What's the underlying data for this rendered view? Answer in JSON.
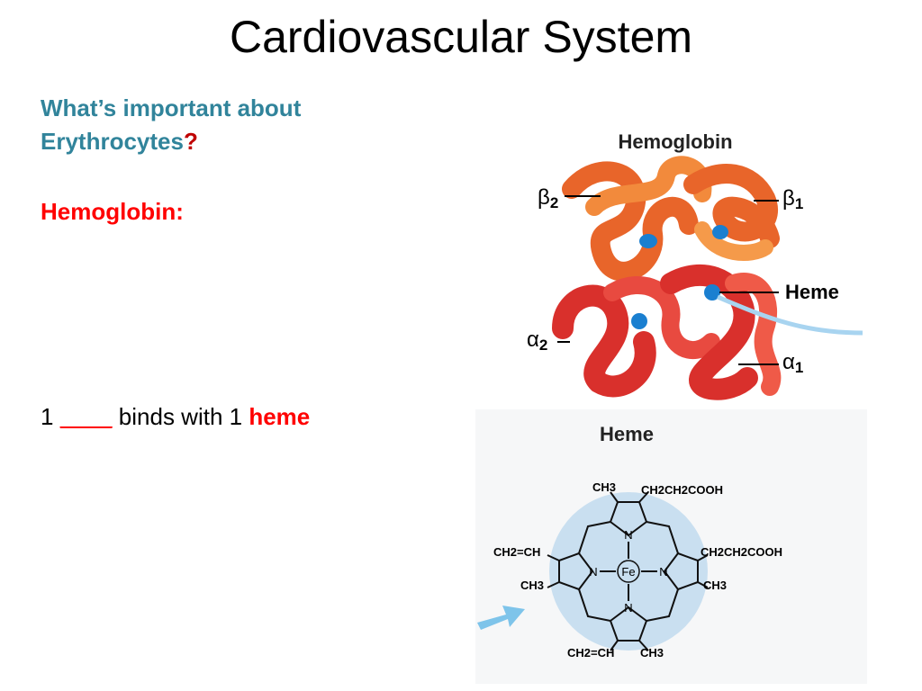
{
  "slide": {
    "title": "Cardiovascular System",
    "subheading_line1": "What’s important about",
    "subheading_line2": "Erythrocytes",
    "subheading_qmark": "?",
    "hemoglobin_label": "Hemoglobin:",
    "binds_prefix": "1",
    "binds_blank": "____",
    "binds_middle": "binds with 1",
    "binds_heme": "heme"
  },
  "hemoglobin_figure": {
    "title": "Hemoglobin",
    "beta2": "β",
    "beta2_sub": "2",
    "beta1": "β",
    "beta1_sub": "1",
    "heme": "Heme",
    "alpha2": "α",
    "alpha2_sub": "2",
    "alpha1": "α",
    "alpha1_sub": "1"
  },
  "heme_figure": {
    "title": "Heme",
    "top_left": "CH3",
    "top_right": "CH2CH2COOH",
    "left": "CH2=CH",
    "right": "CH2CH2COOH",
    "left_lower": "CH3",
    "right_lower": "CH3",
    "bottom_left": "CH2=CH",
    "bottom_right": "CH3",
    "n_top": "N",
    "n_left": "N",
    "n_right": "N",
    "n_bottom": "N",
    "fe": "Fe"
  },
  "colors": {
    "subhead": "#31849b",
    "accent_red": "#ff0000",
    "beta_chain": "#f07030",
    "alpha_chain": "#e03030",
    "heme_blue": "#1a7fd0",
    "heme_disc": "#c9dff0"
  }
}
